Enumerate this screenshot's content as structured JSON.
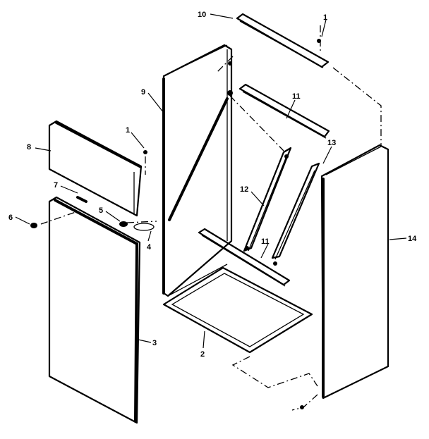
{
  "labels": {
    "l10": "10",
    "l1a": "1",
    "l9": "9",
    "l11a": "11",
    "l1b": "1",
    "l8": "8",
    "l13": "13",
    "l12": "12",
    "l11b": "11",
    "l7": "7",
    "l14": "14",
    "l6": "6",
    "l5": "5",
    "l4": "4",
    "l3": "3",
    "l2": "2"
  }
}
